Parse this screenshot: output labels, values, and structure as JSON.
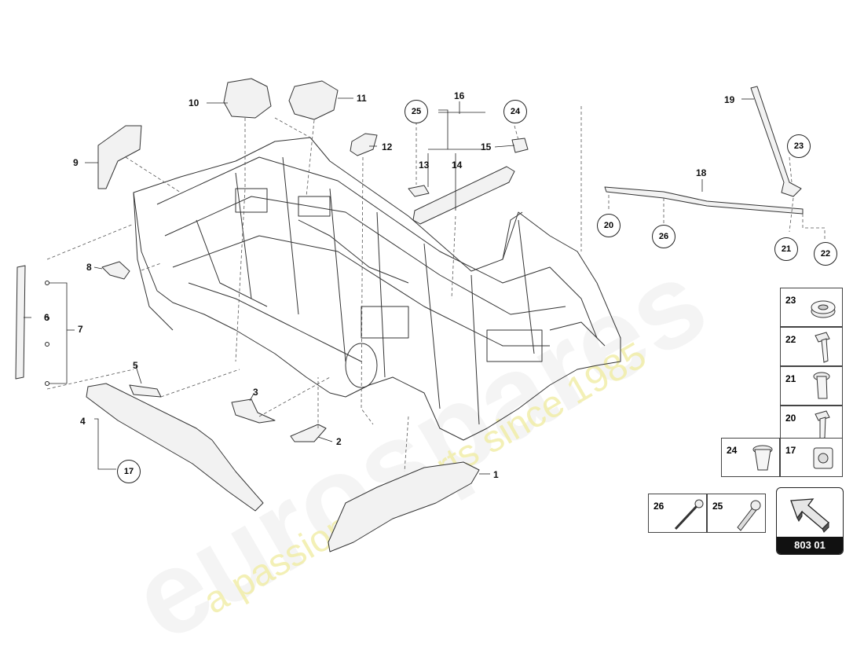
{
  "watermark": {
    "brand": "eurospares",
    "tagline": "a passion for parts since 1985"
  },
  "callouts": {
    "c1": "1",
    "c2": "2",
    "c3": "3",
    "c4": "4",
    "c5": "5",
    "c6": "6",
    "c7": "7",
    "c8": "8",
    "c9": "9",
    "c10": "10",
    "c11": "11",
    "c12": "12",
    "c13": "13",
    "c14": "14",
    "c15": "15",
    "c16": "16",
    "c18": "18",
    "c19": "19"
  },
  "circled_callouts": {
    "c17": "17",
    "c20": "20",
    "c21": "21",
    "c22": "22",
    "c23": "23",
    "c24": "24",
    "c25": "25",
    "c26": "26"
  },
  "fastener_table": {
    "r23": "23",
    "r22": "22",
    "r21": "21",
    "r20": "20",
    "r24": "24",
    "r17": "17",
    "r26": "26",
    "r25": "25"
  },
  "catalog": {
    "code": "803 01",
    "icon": "arrow-icon"
  }
}
